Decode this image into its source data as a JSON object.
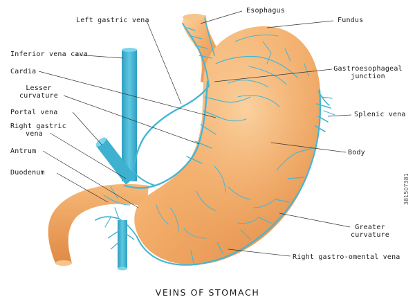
{
  "diagram": {
    "title": "VEINS OF STOMACH",
    "stock_id": "381507381",
    "colors": {
      "stomach_light": "#f9c58a",
      "stomach_mid": "#f0a55e",
      "stomach_dark": "#d9813b",
      "vein": "#4cb9d6",
      "vein_dark": "#2e9fc0",
      "leader_line": "#333333"
    },
    "labels": {
      "esophagus": "Esophagus",
      "fundus": "Fundus",
      "left_gastric_vena": "Left gastric vena",
      "inferior_vena_cava": "Inferior vena cava",
      "cardia": "Cardia",
      "lesser_curvature_1": "Lesser",
      "lesser_curvature_2": "curvature",
      "portal_vena": "Portal vena",
      "right_gastric_vena_1": "Right gastric",
      "right_gastric_vena_2": "vena",
      "antrum": "Antrum",
      "duodenum": "Duodenum",
      "gastroesophageal_junction_1": "Gastroesophageal",
      "gastroesophageal_junction_2": "junction",
      "splenic_vena": "Splenic vena",
      "body": "Body",
      "greater_curvature_1": "Greater",
      "greater_curvature_2": "curvature",
      "right_gastro_omental_vena": "Right gastro-omental vena"
    }
  }
}
